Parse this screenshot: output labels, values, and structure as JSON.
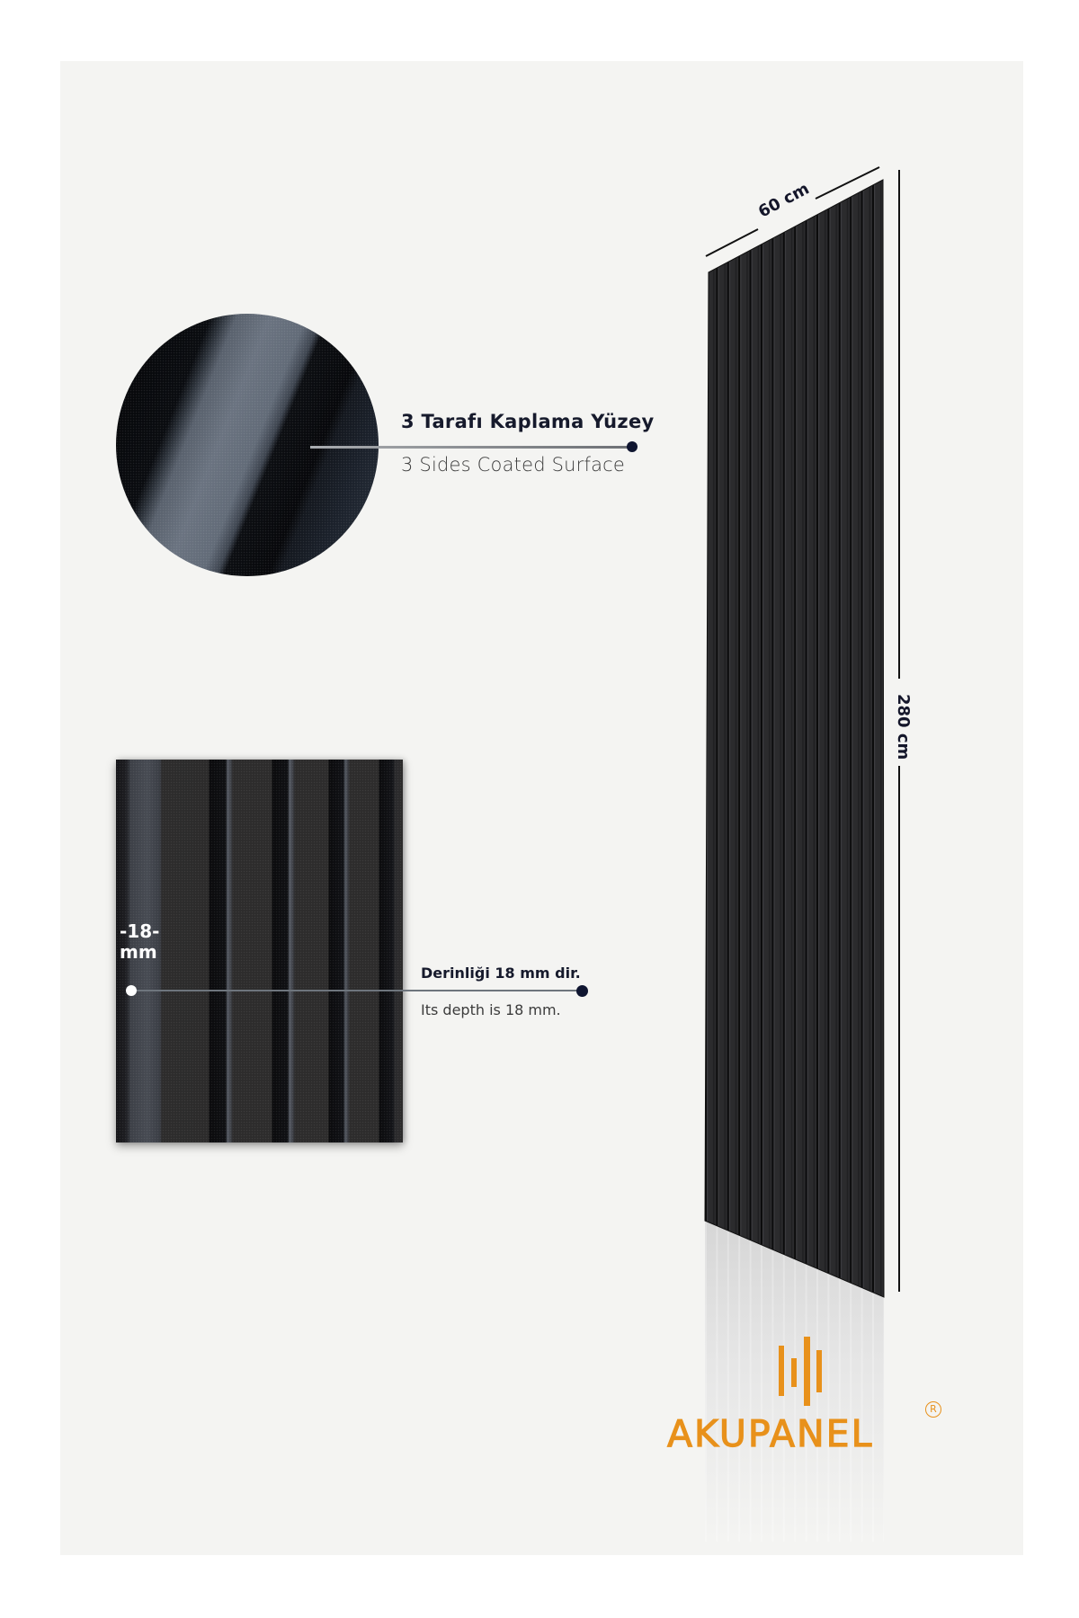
{
  "product": {
    "brand": "AKUPANEL",
    "registered_mark": "R",
    "brand_color": "#e8911b",
    "background_color": "#f4f4f2",
    "panel_color": "#1c1c1e"
  },
  "dimensions": {
    "width_label": "60 cm",
    "height_label": "280 cm"
  },
  "callouts": [
    {
      "title": "3 Tarafı Kaplama Yüzey",
      "subtitle": "3 Sides Coated Surface",
      "detail_shape": "circle"
    },
    {
      "title": "Derinliği 18 mm dir.",
      "subtitle": "Its depth is 18 mm.",
      "detail_shape": "rectangle",
      "depth_label": "-18-\nmm"
    }
  ],
  "icons": {
    "logo_mark": "four-vertical-bars-icon",
    "registered": "registered-trademark-icon"
  }
}
